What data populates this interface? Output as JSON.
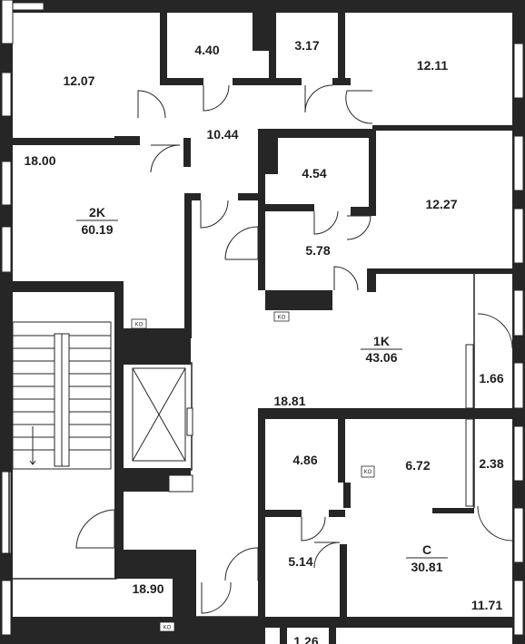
{
  "colors": {
    "wall": "#262626",
    "line": "#262626",
    "window": "#ffffff",
    "background": "#ffffff"
  },
  "rooms": [
    {
      "id": "r12-07",
      "label": "12.07"
    },
    {
      "id": "r4-40",
      "label": "4.40"
    },
    {
      "id": "r3-17",
      "label": "3.17"
    },
    {
      "id": "r12-11",
      "label": "12.11"
    },
    {
      "id": "r10-44",
      "label": "10.44"
    },
    {
      "id": "r18-00",
      "label": "18.00"
    },
    {
      "id": "r4-54",
      "label": "4.54"
    },
    {
      "id": "r12-27",
      "label": "12.27"
    },
    {
      "id": "r5-78",
      "label": "5.78"
    },
    {
      "id": "r1-66",
      "label": "1.66"
    },
    {
      "id": "r18-81",
      "label": "18.81"
    },
    {
      "id": "r4-86",
      "label": "4.86"
    },
    {
      "id": "r6-72",
      "label": "6.72"
    },
    {
      "id": "r2-38",
      "label": "2.38"
    },
    {
      "id": "r5-14",
      "label": "5.14"
    },
    {
      "id": "r18-90",
      "label": "18.90"
    },
    {
      "id": "r11-71",
      "label": "11.71"
    },
    {
      "id": "r1-26",
      "label": "1.26"
    }
  ],
  "apartments": [
    {
      "id": "2k",
      "type": "2K",
      "total": "60.19"
    },
    {
      "id": "1k",
      "type": "1K",
      "total": "43.06"
    },
    {
      "id": "c",
      "type": "C",
      "total": "30.81"
    }
  ],
  "ko_tags": [
    "KO",
    "KO",
    "KO",
    "KO"
  ]
}
